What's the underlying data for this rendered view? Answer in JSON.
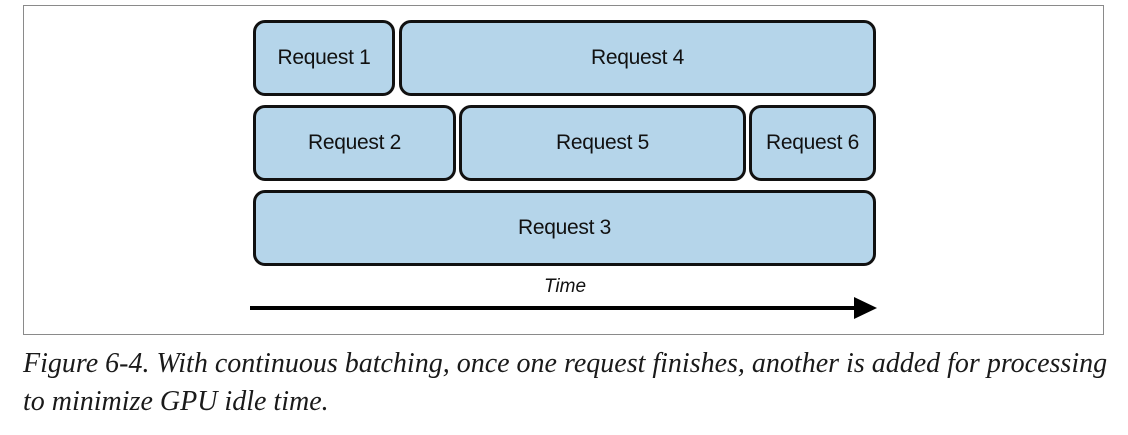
{
  "diagram": {
    "requests": [
      {
        "id": "r1",
        "label": "Request 1"
      },
      {
        "id": "r4",
        "label": "Request 4"
      },
      {
        "id": "r2",
        "label": "Request 2"
      },
      {
        "id": "r5",
        "label": "Request 5"
      },
      {
        "id": "r6",
        "label": "Request 6"
      },
      {
        "id": "r3",
        "label": "Request 3"
      }
    ],
    "axis_label": "Time"
  },
  "caption": "Figure 6-4. With continuous batching, once one request finishes, another is added for processing to minimize GPU idle time.",
  "colors": {
    "box_fill": "#b5d5ea",
    "box_stroke": "#111111",
    "frame_border": "#8a8a8a"
  }
}
